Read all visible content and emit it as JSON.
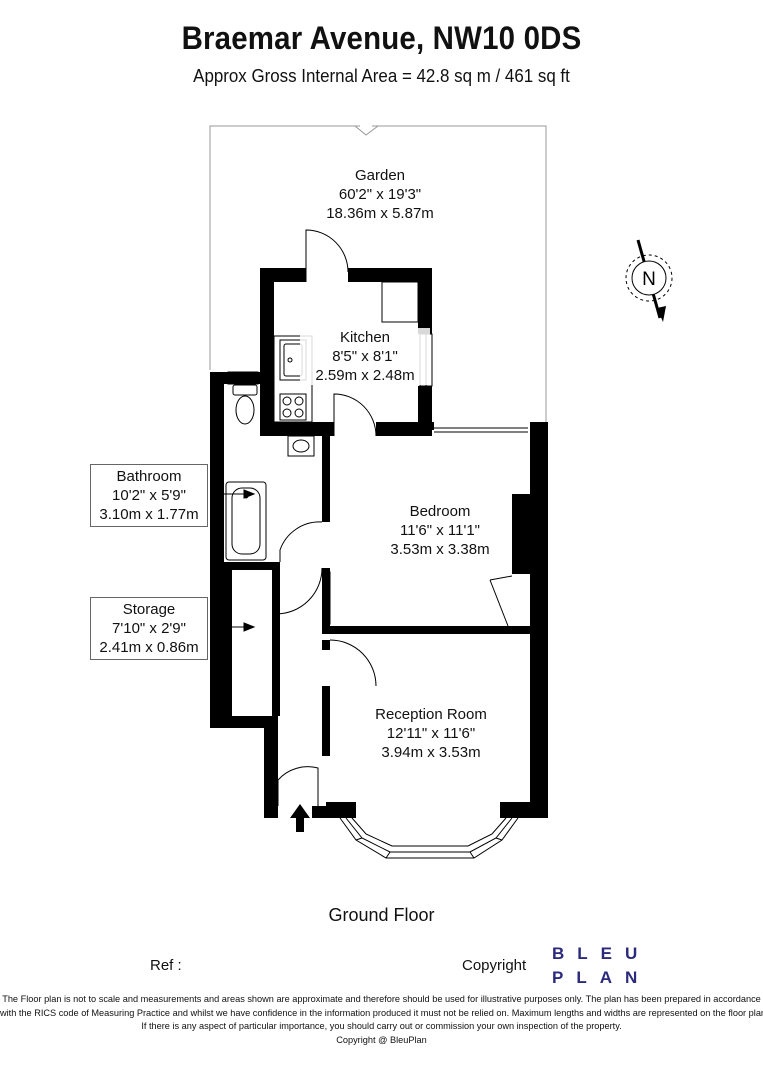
{
  "header": {
    "title": "Braemar Avenue, NW10 0DS",
    "subtitle": "Approx Gross Internal Area = 42.8 sq m / 461 sq ft"
  },
  "rooms": {
    "garden": {
      "name": "Garden",
      "imperial": "60'2\" x 19'3\"",
      "metric": "18.36m x 5.87m"
    },
    "kitchen": {
      "name": "Kitchen",
      "imperial": "8'5\" x 8'1\"",
      "metric": "2.59m x 2.48m"
    },
    "bedroom": {
      "name": "Bedroom",
      "imperial": "11'6\" x 11'1\"",
      "metric": "3.53m x 3.38m"
    },
    "reception": {
      "name": "Reception Room",
      "imperial": "12'11\" x 11'6\"",
      "metric": "3.94m x 3.53m"
    },
    "bathroom": {
      "name": "Bathroom",
      "imperial": "10'2\" x 5'9\"",
      "metric": "3.10m x 1.77m"
    },
    "storage": {
      "name": "Storage",
      "imperial": "7'10\" x 2'9\"",
      "metric": "2.41m x 0.86m"
    }
  },
  "compass": {
    "label": "N"
  },
  "floor_label": "Ground Floor",
  "footer": {
    "ref_label": "Ref :",
    "copyright_label": "Copyright",
    "logo_line1": "BLEU",
    "logo_line2": "PLAN",
    "disclaimer_lines": [
      "The Floor plan is not to scale and measurements and areas shown are approximate and therefore should be used for illustrative purposes only. The plan has been prepared in accordance",
      "with the RICS code of Measuring Practice and whilst we have confidence in the information produced it must not be relied on. Maximum lengths and widths are represented on the floor plan.",
      "If there is any aspect of particular importance, you should carry out or commission your own inspection of the property.",
      "Copyright @ BleuPlan"
    ]
  },
  "colors": {
    "wall": "#000000",
    "logo": "#2b2a7c",
    "garden_line": "#999999"
  }
}
